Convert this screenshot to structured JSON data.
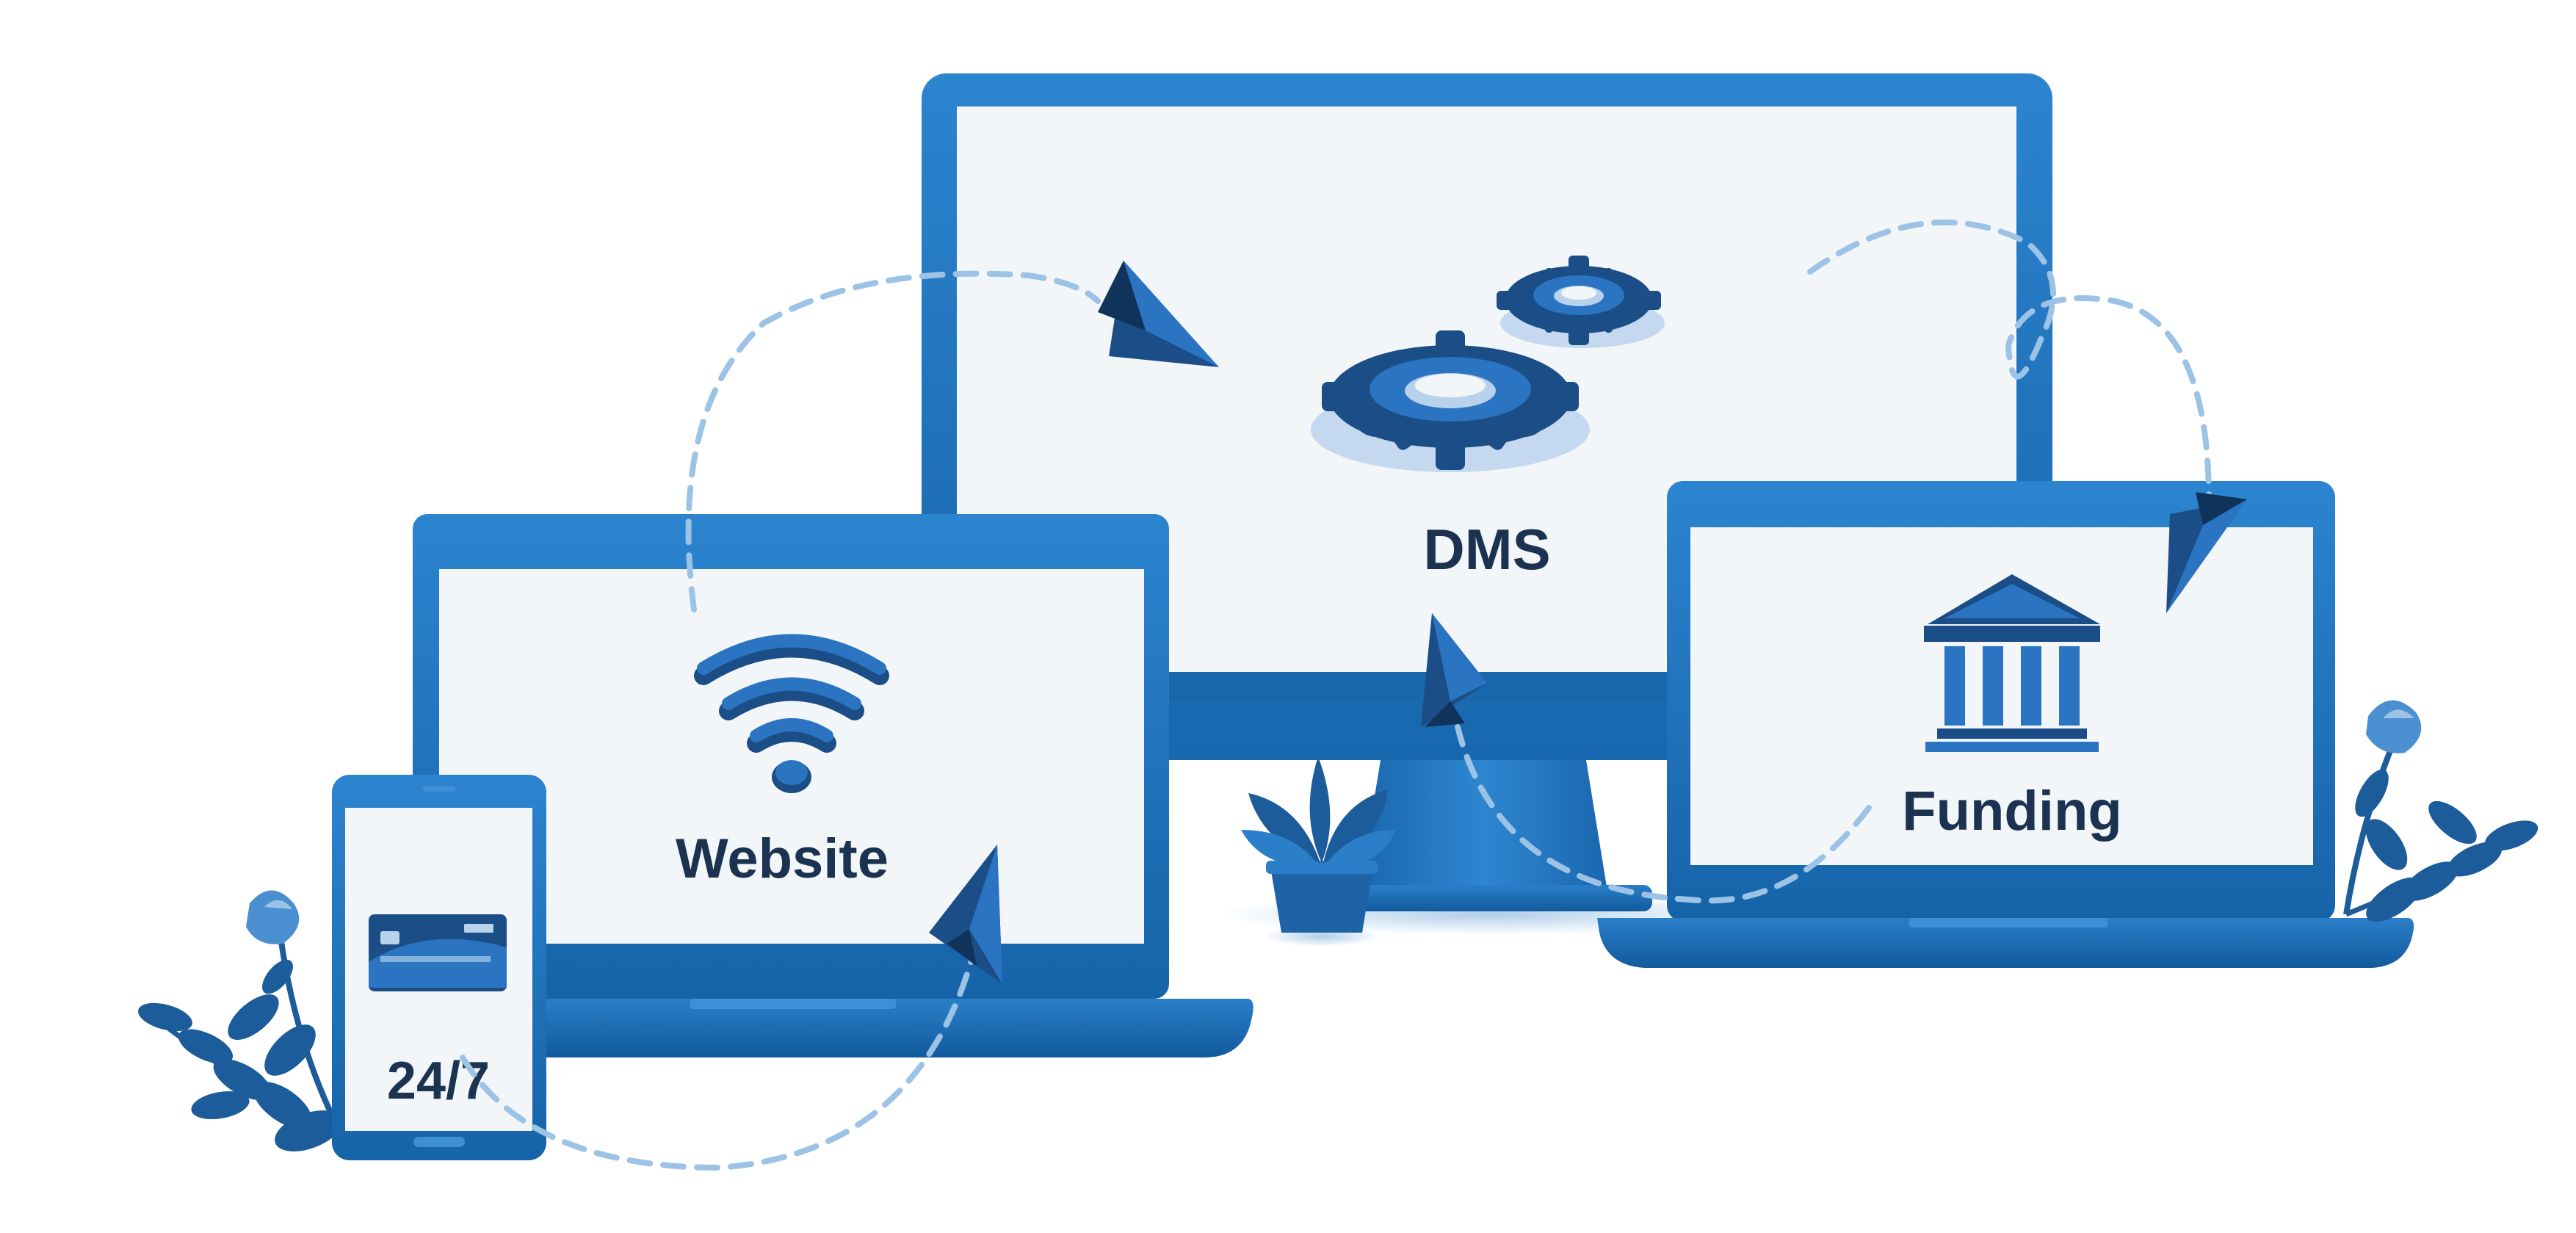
{
  "labels": {
    "dms": "DMS",
    "website": "Website",
    "funding": "Funding",
    "phone": "24/7"
  },
  "icons": {
    "monitor": "gears-icon",
    "laptop_left": "wifi-icon",
    "laptop_right": "bank-icon",
    "phone": "credit-card-icon",
    "arrows": "paper-plane-icon"
  },
  "colors": {
    "device_blue": "#1f72bb",
    "device_dark": "#13579a",
    "screen": "#f3f6f9",
    "text": "#1b3350",
    "icon_dark": "#1b4d86",
    "icon_mid": "#2a74c2",
    "dash": "#9cc3e6",
    "leaf": "#1d5c9a"
  }
}
